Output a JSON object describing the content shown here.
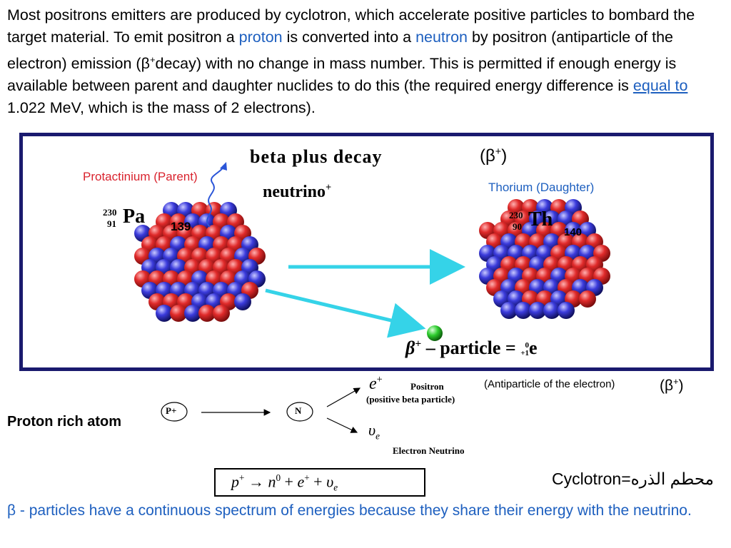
{
  "intro": {
    "t1": "Most positrons emitters are produced by cyclotron, which accelerate positive particles to bombard the target material. To emit positron a ",
    "proton": "proton",
    "t2": " is converted into a ",
    "neutron": "neutron",
    "t3": " by positron (antiparticle of the electron) emission (",
    "beta": "β",
    "plus": "+",
    "t4": "decay) with no change in mass number. This is permitted if enough energy is available between parent and daughter nuclides to do this (the required energy difference is ",
    "equal_to": "equal to ",
    "t5": "1.022 MeV, which is the mass of 2 electrons)."
  },
  "diagram": {
    "title": "beta plus decay",
    "title_beta": "(β",
    "title_plus": "+",
    "title_close": ")",
    "parent_label": "Protactinium (Parent)",
    "daughter_label": "Thorium (Daughter)",
    "neutrino": "neutrino",
    "neutrino_sup": "+",
    "pa_mass": "230",
    "pa_atomic": "91",
    "pa_symbol": "Pa",
    "pa_neutrons": "139",
    "th_mass": "230",
    "th_atomic": "90",
    "th_symbol": "Th",
    "th_neutrons": "140",
    "particle_beta": "β",
    "particle_plus": "+",
    "particle_text": "particle = ",
    "particle_e_mass": "0",
    "particle_e_charge": "+1",
    "particle_e": "e"
  },
  "scheme": {
    "proton_rich": "Proton rich atom",
    "p_node": "P+",
    "n_node": "N",
    "e_symbol": "e",
    "e_sup": "+",
    "positron": "Positron",
    "positive_beta": "(positive beta particle)",
    "antiparticle": "(Antiparticle of the electron)",
    "beta_plus_paren": "(β",
    "beta_plus_sup": "+",
    "beta_plus_close": ")",
    "nu_symbol": "υ",
    "nu_sub": "e",
    "electron_neutrino": "Electron Neutrino"
  },
  "equation": {
    "p": "p",
    "p_sup": "+",
    "arrow": " → ",
    "n": "n",
    "n_sup": "0",
    "plus1": " + ",
    "e": "e",
    "e_sup": "+",
    "plus2": " + ",
    "nu": "υ",
    "nu_sub": "e"
  },
  "cyclotron": "محطم الذره=Cyclotron",
  "footer": "β - particles have a continuous spectrum of energies because they share their energy with the neutrino.",
  "colors": {
    "link_blue": "#1d5fbf",
    "parent_red": "#d9232e",
    "frame": "#1a1a6e",
    "arrow_cyan": "#35d3e8",
    "proton_red": "#d9232e",
    "neutron_blue": "#3a3ad0",
    "positron_green": "#33cc33"
  }
}
